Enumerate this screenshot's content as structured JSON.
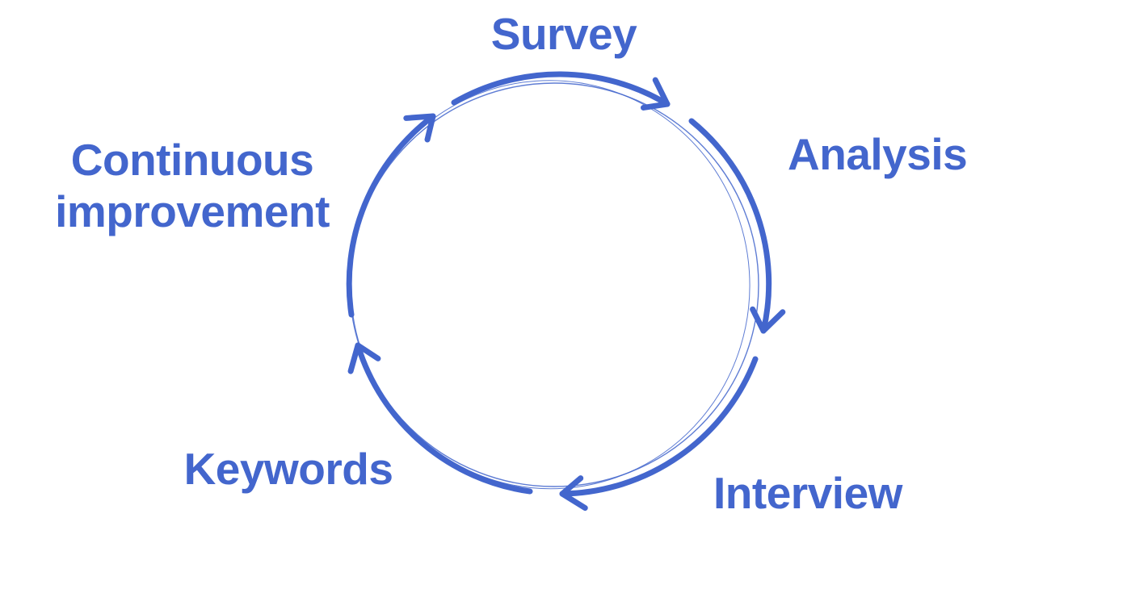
{
  "diagram": {
    "type": "cycle",
    "direction": "clockwise",
    "accent_color": "#4366cd",
    "background_color": "#ffffff",
    "steps": [
      {
        "id": "survey",
        "label": "Survey",
        "position": "top"
      },
      {
        "id": "analysis",
        "label": "Analysis",
        "position": "right"
      },
      {
        "id": "interview",
        "label": "Interview",
        "position": "bottom-right"
      },
      {
        "id": "keywords",
        "label": "Keywords",
        "position": "bottom-left"
      },
      {
        "id": "continuous-improvement",
        "label": "Continuous improvement",
        "position": "left"
      }
    ],
    "labels": {
      "survey": "Survey",
      "analysis": "Analysis",
      "interview": "Interview",
      "keywords": "Keywords",
      "continuous_improvement_line1": "Continuous",
      "continuous_improvement_line2": "improvement"
    }
  }
}
